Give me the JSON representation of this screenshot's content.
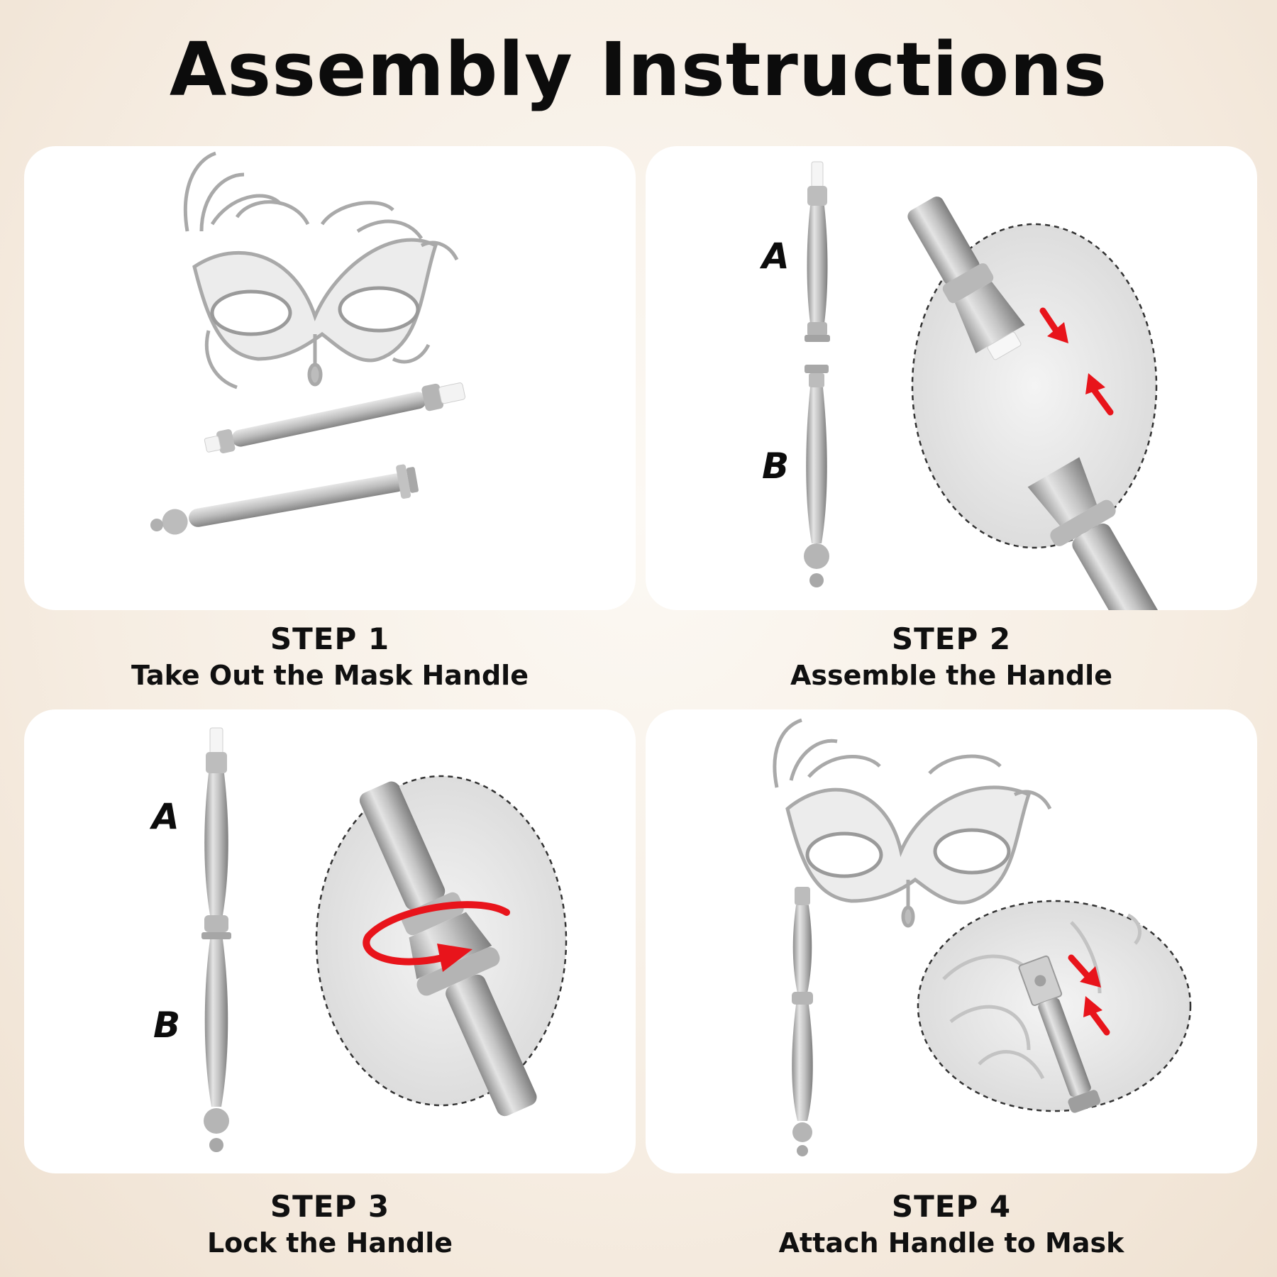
{
  "title": "Assembly Instructions",
  "steps": [
    {
      "step": "STEP 1",
      "desc": "Take Out the Mask Handle"
    },
    {
      "step": "STEP 2",
      "desc": "Assemble the Handle"
    },
    {
      "step": "STEP 3",
      "desc": "Lock the Handle"
    },
    {
      "step": "STEP 4",
      "desc": "Attach Handle to Mask"
    }
  ],
  "labels": {
    "a": "A",
    "b": "B"
  },
  "colors": {
    "silver": "#b9b9b9",
    "silver_dark": "#8c8c8c",
    "arrow_red": "#e8141b",
    "text": "#0c0c0c"
  }
}
